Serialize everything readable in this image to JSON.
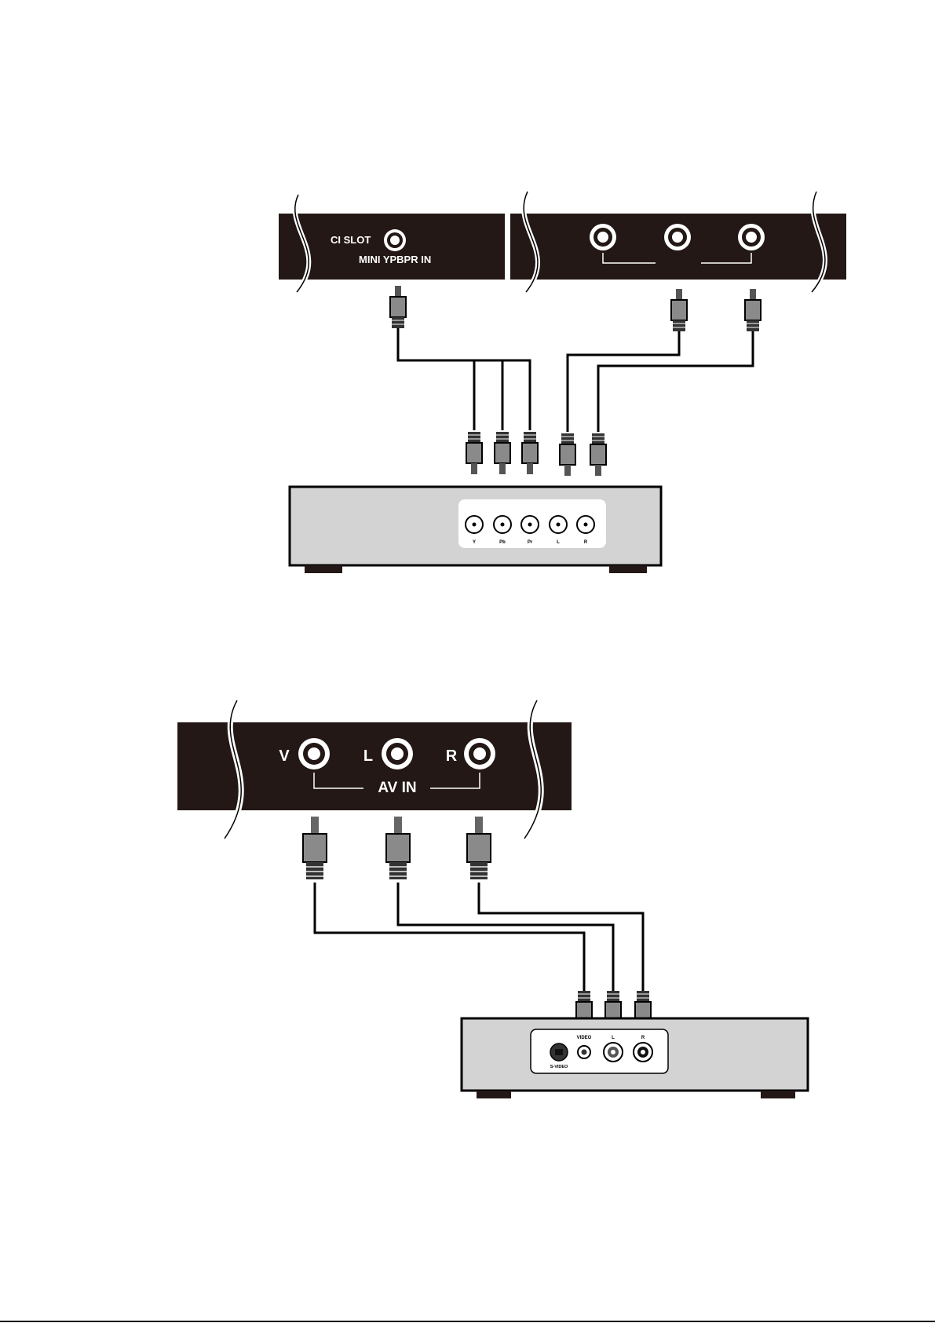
{
  "diagram1": {
    "tv_panel_left": {
      "ci_slot_label": "CI SLOT",
      "jack_label": "MINI YPBPR IN"
    },
    "source_device": {
      "jack_labels": [
        "Y",
        "Pb",
        "Pr",
        "L",
        "R"
      ]
    }
  },
  "diagram2": {
    "tv_panel": {
      "jack_labels": [
        "V",
        "L",
        "R"
      ],
      "group_label": "AV IN"
    },
    "source_device": {
      "jack_labels": [
        "VIDEO",
        "L",
        "R"
      ],
      "svideo_label": "S-VIDEO"
    }
  },
  "colors": {
    "panel_dark": "#231815",
    "device_body": "#d3d3d3",
    "plug_gray": "#8a8a8a"
  }
}
